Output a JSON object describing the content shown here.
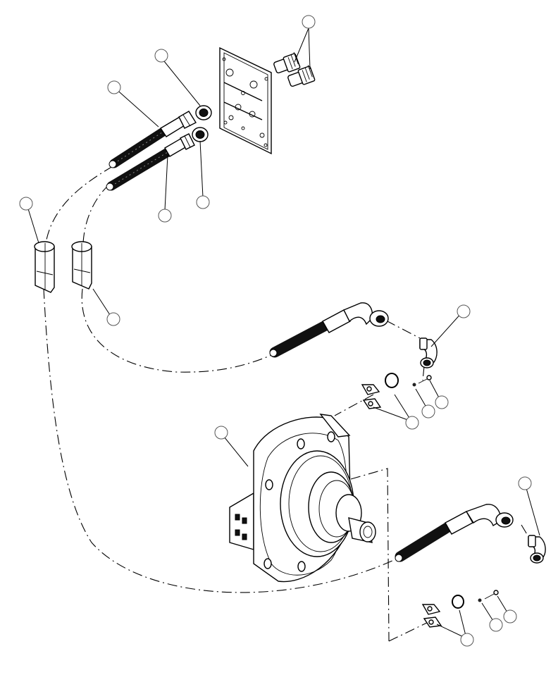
{
  "diagram": {
    "callouts": [],
    "parts": [
      "hydraulic-motor",
      "manifold-plate",
      "hose-assembly",
      "protective-sleeve",
      "elbow-fitting",
      "straight-adapter",
      "nut",
      "o-ring",
      "split-flange-clamp",
      "bolt",
      "washer"
    ],
    "colors": {
      "line": "#000000",
      "hose": "#111111",
      "background": "#ffffff",
      "bubble_edge": "#555555"
    }
  }
}
